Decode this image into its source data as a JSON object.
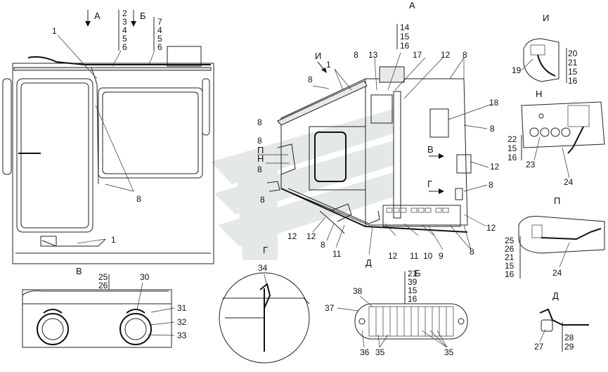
{
  "view_letters": {
    "a_top": "А",
    "a_arrow": "А",
    "b_arrow": "Б",
    "i_arrow": "И",
    "v_arrow": "В",
    "g_arrow": "Г",
    "p_mark": "П",
    "n_mark": "Н",
    "d_mark": "Д",
    "view_i": "И",
    "view_n": "Н",
    "view_p": "П",
    "view_v": "В",
    "view_g": "Г",
    "view_b": "Б",
    "view_d": "Д"
  },
  "callouts": {
    "left_stack_a": [
      "2",
      "3",
      "4",
      "5",
      "6"
    ],
    "left_stack_b": [
      "7",
      "4",
      "5",
      "6"
    ],
    "left_1_top": "1",
    "left_8": "8",
    "left_1_bottom": "1",
    "main_stack": [
      "14",
      "15",
      "16"
    ],
    "main_numbers": [
      "1",
      "8",
      "13",
      "17",
      "12",
      "8",
      "8",
      "8",
      "18",
      "8",
      "12",
      "8",
      "12",
      "8",
      "8",
      "12",
      "11",
      "10",
      "9",
      "8",
      "12",
      "11",
      "8",
      "8",
      "12"
    ],
    "view_i_stack": [
      "20",
      "21",
      "15",
      "16"
    ],
    "view_i_19": "19",
    "view_n_stack": [
      "22",
      "15",
      "16"
    ],
    "view_n_23": "23",
    "view_n_24": "24",
    "view_p_stack": [
      "25",
      "26",
      "21",
      "15",
      "16"
    ],
    "view_p_24": "24",
    "view_v_stack": [
      "25",
      "26"
    ],
    "view_v_30": "30",
    "view_v_31": "31",
    "view_v_32": "32",
    "view_v_33": "33",
    "view_g_34": "34",
    "view_b_stack": [
      "21",
      "39",
      "15",
      "16"
    ],
    "view_b_38": "38",
    "view_b_37": "37",
    "view_b_36": "36",
    "view_b_35a": "35",
    "view_b_35b": "35",
    "view_d_27": "27",
    "view_d_stack": [
      "28",
      "29"
    ]
  },
  "watermark_color": "#cfd8d4",
  "icons": [
    "arrow-down-icon",
    "arrow-diagonal-icon",
    "arrow-right-icon"
  ]
}
